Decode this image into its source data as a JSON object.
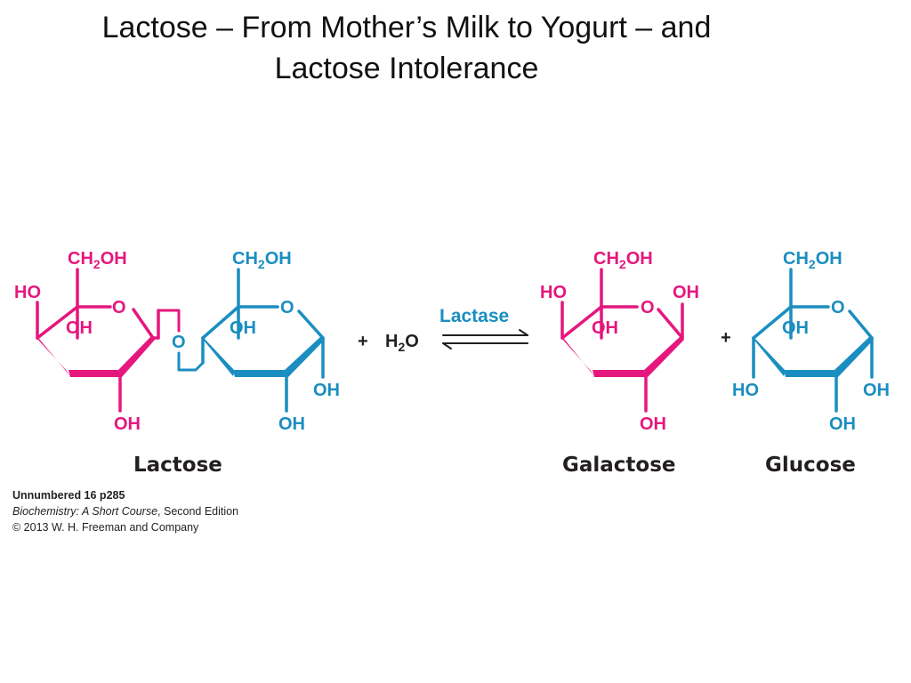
{
  "title": {
    "line1": "Lactose – From Mother’s Milk to Yogurt – and",
    "line2": "Lactose Intolerance"
  },
  "colors": {
    "galactose": "#e5177e",
    "glucose": "#1a8ec0",
    "text": "#231f20"
  },
  "reaction": {
    "reactant": "Lactose",
    "enzyme": "Lactase",
    "plus": "+",
    "water": {
      "h": "H",
      "sub": "2",
      "o": "O"
    },
    "products": [
      "Galactose",
      "Glucose"
    ]
  },
  "groups": {
    "ch2oh_main": "CH",
    "ch2oh_sub": "2",
    "ch2oh_tail": "OH",
    "oh": "OH",
    "ho": "HO",
    "ring_o": "O",
    "bridge_o": "O"
  },
  "credit": {
    "figure_id": "Unnumbered 16 p285",
    "book_title": "Biochemistry: A Short Course",
    "edition": ", Second Edition",
    "copyright": "© 2013 W. H. Freeman and Company"
  }
}
